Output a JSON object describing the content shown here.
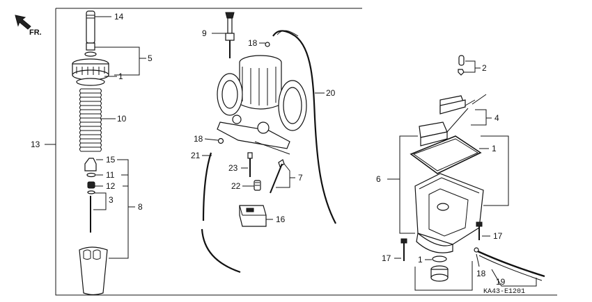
{
  "diagram": {
    "direction_label": "FR.",
    "diagram_code": "KA43-E1201",
    "callouts": {
      "c1_top": "1",
      "c1_bowl": "1",
      "c1_oring": "1",
      "c2": "2",
      "c3": "3",
      "c4": "4",
      "c5": "5",
      "c6": "6",
      "c7": "7",
      "c8": "8",
      "c9": "9",
      "c10": "10",
      "c11": "11",
      "c12": "12",
      "c13": "13",
      "c14": "14",
      "c15": "15",
      "c16": "16",
      "c17_right": "17",
      "c17_left": "17",
      "c18_top": "18",
      "c18_mid": "18",
      "c18_bottom": "18",
      "c19": "19",
      "c20": "20",
      "c21": "21",
      "c22": "22",
      "c23": "23"
    }
  }
}
